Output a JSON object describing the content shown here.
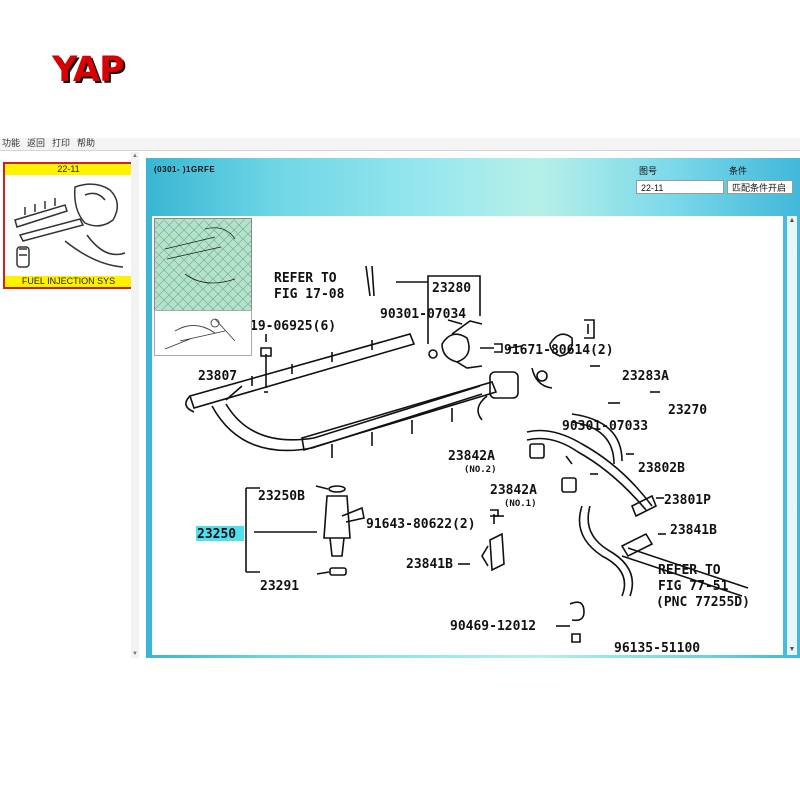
{
  "logo": {
    "text": "YAP",
    "color": "#d80000"
  },
  "menu": [
    "功能",
    "返回",
    "打印",
    "帮助"
  ],
  "thumbnail": {
    "code": "22-11",
    "name": "FUEL INJECTION SYS"
  },
  "header": {
    "path": "(0301-  )1GRFE",
    "figure_label": "图号",
    "figure_value": "22-11",
    "condition_label": "条件",
    "condition_value": "匹配条件开启"
  },
  "diagram": {
    "refer1_line1": "REFER TO",
    "refer1_line2": "FIG 17-08",
    "refer2_line1": "REFER TO",
    "refer2_line2": "FIG 77-51",
    "refer2_line3": "(PNC 77255D)",
    "parts": {
      "p23280": "23280",
      "p90301_07034": "90301-07034",
      "p91671_80614": "91671-80614(2)",
      "p19_06925": "19-06925(6)",
      "p23807": "23807",
      "p23283a": "23283A",
      "p23270": "23270",
      "p90301_07033": "90301-07033",
      "p23842a_1": "23842A",
      "no2": "(NO.2)",
      "p23802b": "23802B",
      "p23842a_2": "23842A",
      "no1": "(NO.1)",
      "p23801p": "23801P",
      "p23250b": "23250B",
      "p91643_80622": "91643-80622(2)",
      "p23841b_1": "23841B",
      "p23250": "23250",
      "p23841b_2": "23841B",
      "p23291": "23291",
      "p90469_12012": "90469-12012",
      "p96135_51100": "96135-51100"
    }
  },
  "colors": {
    "thumb_bar": "#fff200",
    "thumb_border": "#cc2222",
    "highlight": "#4fe0f0"
  }
}
